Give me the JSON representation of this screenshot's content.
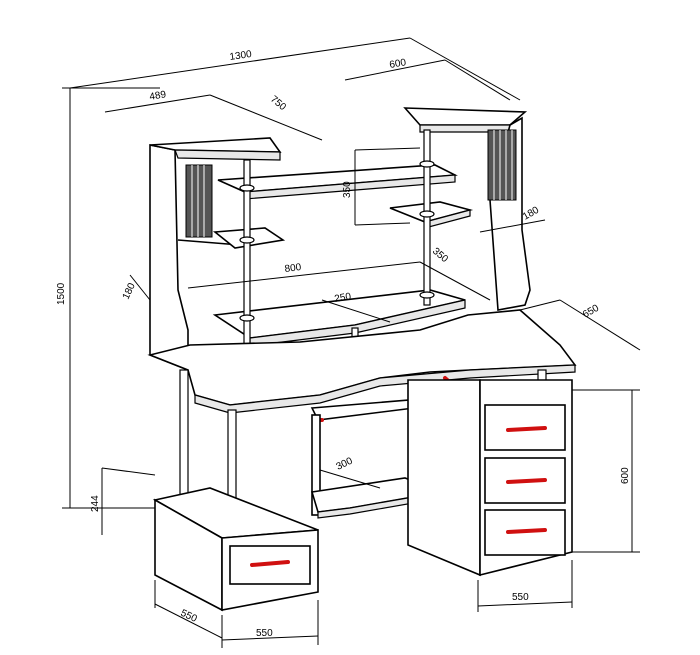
{
  "dimensions": {
    "total_width": "1300",
    "left_top_shelf_depth": "489",
    "left_top_shelf_width": "750",
    "right_top_shelf_width": "600",
    "shelf_spacing": "350",
    "right_side_depth": "180",
    "middle_shelf_width": "800",
    "middle_shelf_depth": "350",
    "riser_depth": "180",
    "monitor_shelf_depth": "250",
    "desk_depth": "650",
    "total_height": "1500",
    "cabinet_height": "600",
    "left_cabinet_height": "244",
    "keyboard_depth": "300",
    "left_cabinet_width": "550",
    "left_cabinet_depth": "550",
    "right_cabinet_width": "550"
  },
  "colors": {
    "outline": "#000000",
    "handle": "#d01010",
    "background": "#ffffff"
  }
}
